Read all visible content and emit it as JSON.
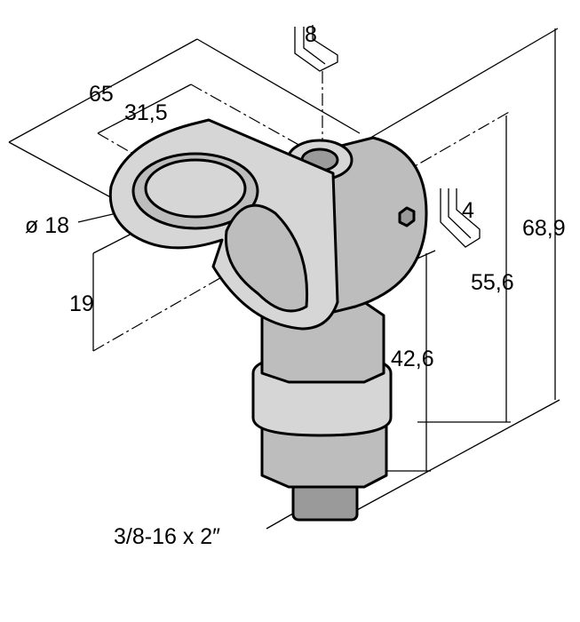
{
  "drawing": {
    "dimensions": {
      "wrench_top": "8",
      "width_total": "65",
      "width_half": "31,5",
      "bore_diameter": "ø 18",
      "wrench_side": "4",
      "height_total": "68,9",
      "height_axis": "55,6",
      "offset_19": "19",
      "height_thread": "42,6",
      "thread": "3/8-16 x 2″"
    }
  }
}
